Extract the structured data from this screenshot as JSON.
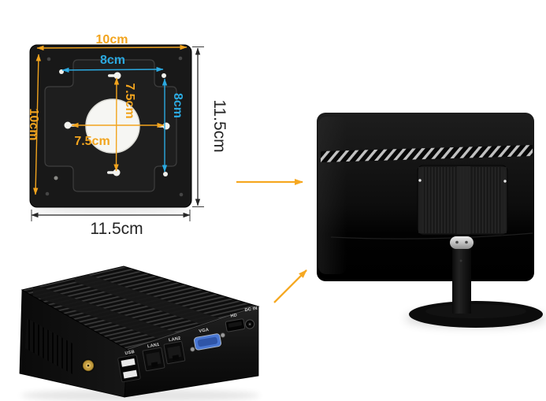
{
  "colors": {
    "dim_orange": "#F2A41E",
    "dim_cyan": "#2BA9E0",
    "dim_dark": "#262626",
    "arrow": "#F6A821",
    "vga_blue": "#4A78D4",
    "antenna_gold": "#C19A3E"
  },
  "bracket": {
    "top_width": "10cm",
    "inner_width": "8cm",
    "left_height": "10cm",
    "vertical_spacing": "7.5cm",
    "horizontal_spacing": "7.5cm",
    "inner_height": "8cm",
    "outer_height": "11.5cm",
    "outer_width": "11.5cm"
  },
  "mini_pc": {
    "ports": {
      "usb": "USB",
      "lan1": "LAN1",
      "lan2": "LAN2",
      "vga": "VGA",
      "hdmi": "HD",
      "dc_in": "DC IN"
    }
  }
}
